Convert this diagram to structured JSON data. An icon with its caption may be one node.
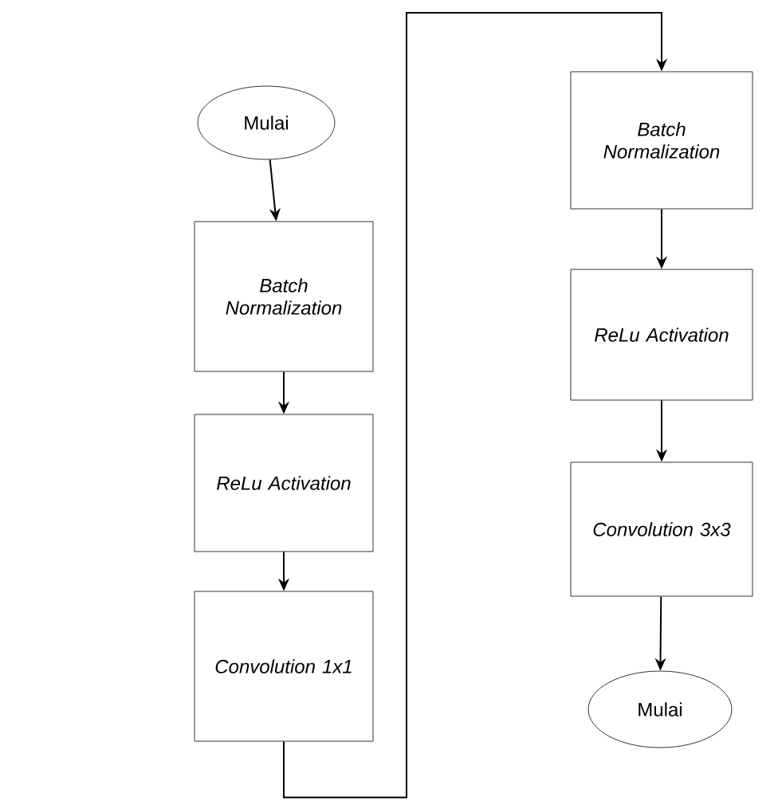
{
  "diagram": {
    "nodes": [
      {
        "text": [
          "Mulai"
        ]
      },
      {
        "text": [
          "Batch Normalization"
        ]
      },
      {
        "text": [
          "ReLu Activation"
        ]
      },
      {
        "text": [
          "Convolution 1x1"
        ]
      },
      {
        "text": [
          "Batch Normalization"
        ]
      },
      {
        "text": [
          "ReLu Activation"
        ]
      },
      {
        "text": [
          "Convolution 3x3"
        ]
      },
      {
        "text": [
          "Mulai"
        ]
      }
    ],
    "edges": [
      {
        "from": 0,
        "to": 1,
        "arrow": "to"
      },
      {
        "from": 1,
        "to": 2,
        "arrow": "to"
      },
      {
        "from": 2,
        "to": 3,
        "arrow": "to"
      },
      {
        "from": 3,
        "to": 4,
        "arrow": "to"
      },
      {
        "from": 4,
        "to": 5,
        "arrow": "to"
      },
      {
        "from": 5,
        "to": 6,
        "arrow": "to"
      },
      {
        "from": 6,
        "to": 7,
        "arrow": "to"
      }
    ]
  }
}
